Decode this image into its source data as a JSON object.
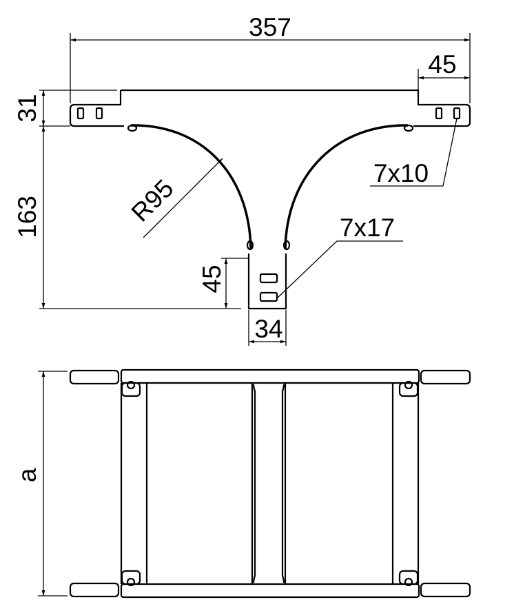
{
  "top_view": {
    "dim_total_width": "357",
    "dim_flange_width": "45",
    "dim_flange_height": "31",
    "dim_height": "163",
    "dim_radius": "R95",
    "dim_tab_height": "45",
    "dim_tab_width": "34",
    "label_slot_flange": "7x10",
    "label_slot_tab": "7x17"
  },
  "bottom_view": {
    "dim_width": "a"
  },
  "colors": {
    "line": "#000000",
    "background": "#ffffff"
  }
}
